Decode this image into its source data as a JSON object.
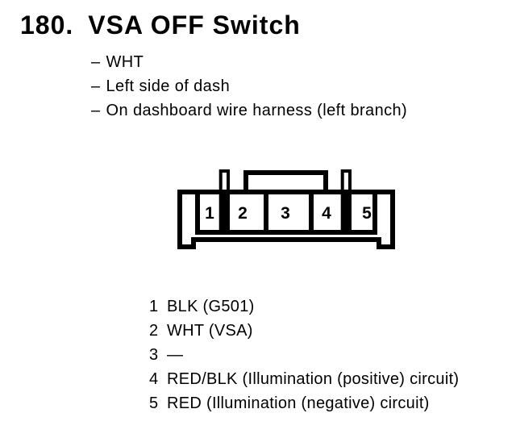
{
  "colors": {
    "background": "#ffffff",
    "ink": "#000000"
  },
  "title": {
    "number": "180.",
    "text": "VSA OFF Switch"
  },
  "details": {
    "dash": "–",
    "items": [
      "WHT",
      "Left side of dash",
      "On dashboard wire harness (left branch)"
    ]
  },
  "connector": {
    "description": "5-cavity connector, front view",
    "pins": [
      "1",
      "2",
      "3",
      "4",
      "5"
    ]
  },
  "pin_list": [
    {
      "num": "1",
      "label": "BLK (G501)"
    },
    {
      "num": "2",
      "label": "WHT (VSA)"
    },
    {
      "num": "3",
      "label": "—"
    },
    {
      "num": "4",
      "label": "RED/BLK (Illumination (positive) circuit)"
    },
    {
      "num": "5",
      "label": "RED (Illumination (negative) circuit)"
    }
  ]
}
